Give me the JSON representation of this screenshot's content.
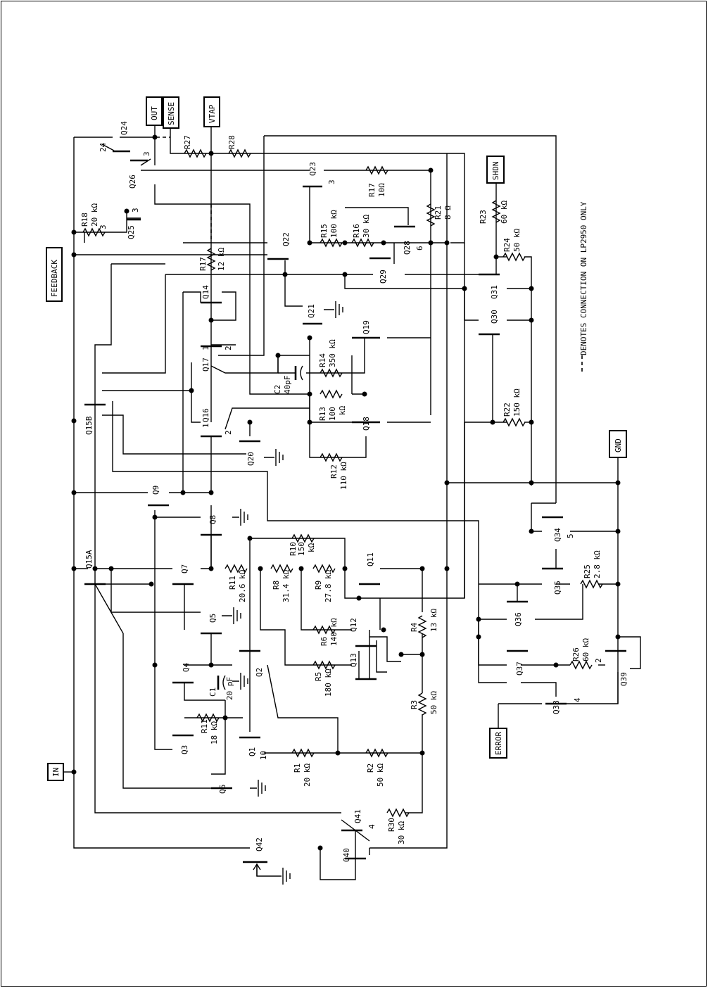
{
  "terminals": {
    "out": "OUT",
    "sense": "SENSE",
    "vtap": "VTAP",
    "feedback": "FEEDBACK",
    "shdn": "SHDN",
    "gnd": "GND",
    "error": "ERROR",
    "in": "IN"
  },
  "note": "DENOTES CONNECTION ON LP2950 ONLY",
  "transistors": {
    "q1": "Q1",
    "q2": "Q2",
    "q3": "Q3",
    "q4": "Q4",
    "q5": "Q5",
    "q6": "Q6",
    "q7": "Q7",
    "q8": "Q8",
    "q9": "Q9",
    "q11": "Q11",
    "q12": "Q12",
    "q13": "Q13",
    "q14": "Q14",
    "q15a": "Q15A",
    "q15b": "Q15B",
    "q16": "Q16",
    "q17": "Q17",
    "q18": "Q18",
    "q19": "Q19",
    "q20": "Q20",
    "q21": "Q21",
    "q22": "Q22",
    "q23": "Q23",
    "q24": "Q24",
    "q25": "Q25",
    "q26": "Q26",
    "q28": "Q28",
    "q29": "Q29",
    "q30": "Q30",
    "q31": "Q31",
    "q34": "Q34",
    "q35": "Q35",
    "q36": "Q36",
    "q37": "Q37",
    "q38": "Q38",
    "q39": "Q39",
    "q40": "Q40",
    "q41": "Q41",
    "q42": "Q42"
  },
  "resistors": {
    "r1": "R1",
    "r1_val": "20 kΩ",
    "r2": "R2",
    "r2_val": "50 kΩ",
    "r3": "R3",
    "r3_val": "50 kΩ",
    "r4": "R4",
    "r4_val": "13 kΩ",
    "r5": "R5",
    "r5_val": "180 kΩ",
    "r6": "R6",
    "r6_val": "140 kΩ",
    "r8": "R8",
    "r8_val": "31.4 kΩ",
    "r9": "R9",
    "r9_val": "27.8 kΩ",
    "r10": "R10",
    "r10_val": "150",
    "r10_val2": "kΩ",
    "r11a": "R11",
    "r11a_val": "20.6 kΩ",
    "r11b": "R11",
    "r11b_val": "18 kΩ",
    "r12": "R12",
    "r12_val": "110 kΩ",
    "r13": "R13",
    "r13_val": "100",
    "r13_val2": "kΩ",
    "r14": "R14",
    "r14_val": "350 kΩ",
    "r15": "R15",
    "r15_val": "100 kΩ",
    "r16": "R16",
    "r16_val": "30 kΩ",
    "r17a": "R17",
    "r17a_val": "12 kΩ",
    "r17b": "R17",
    "r17b_val": "10Ω",
    "r18": "R18",
    "r18_val": "20 kΩ",
    "r21": "R21",
    "r21_val": "8 Ω",
    "r22": "R22",
    "r22_val": "150 kΩ",
    "r23": "R23",
    "r23_val": "60 kΩ",
    "r24": "R24",
    "r24_val": "50 kΩ",
    "r25": "R25",
    "r25_val": "2.8 kΩ",
    "r26": "R26",
    "r26_val": "60 kΩ",
    "r27": "R27",
    "r28": "R28",
    "r30": "R30",
    "r30_val": "30 kΩ"
  },
  "capacitors": {
    "c1": "C1",
    "c1_val": "20 pF",
    "c2": "C2",
    "c2_val": "40pF"
  },
  "multipliers": {
    "m24": "24",
    "m3a": "3",
    "m3b": "3",
    "m3c": "3",
    "m3d": "3",
    "m6": "6",
    "m1a": "1",
    "m2a": "2",
    "m1b": "1",
    "m2b": "2",
    "m10": "10",
    "m4a": "4",
    "m5": "5",
    "m2c": "2",
    "m4b": "4"
  }
}
